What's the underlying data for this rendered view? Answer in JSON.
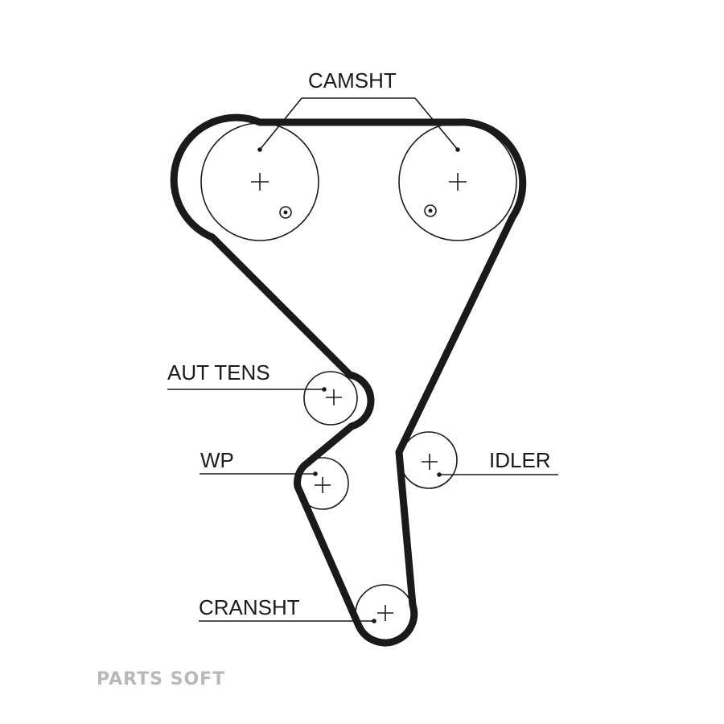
{
  "labels": {
    "camshaft": "CAMSHT",
    "auto_tensioner": "AUT TENS",
    "water_pump": "WP",
    "idler": "IDLER",
    "crankshaft": "CRANSHT"
  },
  "watermark": "PARTS SOFT",
  "colors": {
    "line": "#1a1a1a",
    "watermark": "#b8b8b8",
    "background": "#ffffff"
  }
}
